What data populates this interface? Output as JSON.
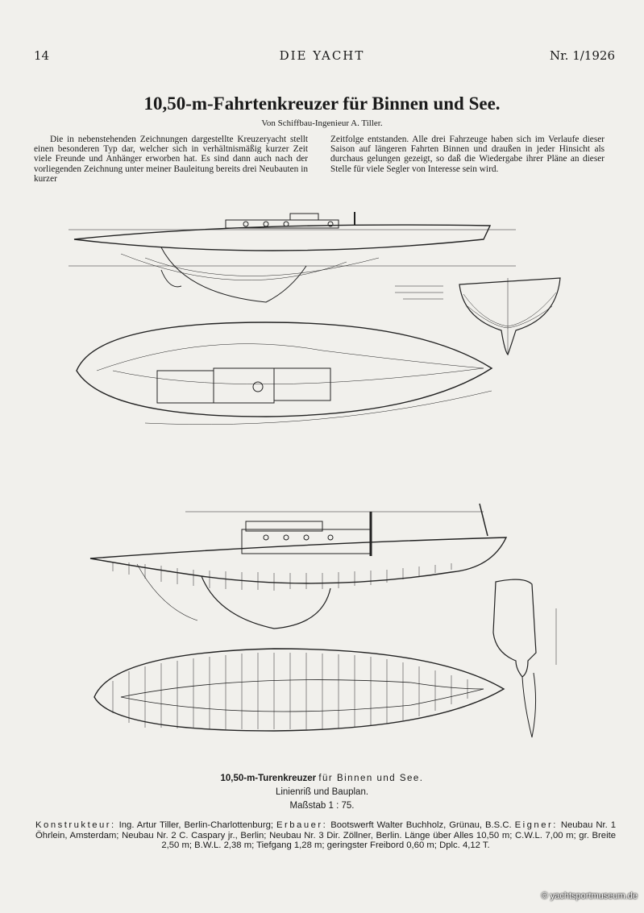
{
  "header": {
    "page_number": "14",
    "magazine": "DIE YACHT",
    "issue": "Nr. 1/1926"
  },
  "article": {
    "title": "10,50-m-Fahrtenkreuzer für Binnen und See.",
    "byline": "Von Schiffbau-Ingenieur A. Tiller.",
    "col1": "Die in nebenstehenden Zeichnungen dargestellte Kreuzeryacht stellt einen besonderen Typ dar, welcher sich in verhältnismäßig kurzer Zeit viele Freunde und Anhänger erworben hat. Es sind dann auch nach der vorliegenden Zeichnung unter meiner Bauleitung bereits drei Neubauten in kurzer",
    "col2": "Zeitfolge entstanden. Alle drei Fahrzeuge haben sich im Verlaufe dieser Saison auf längeren Fahrten Binnen und draußen in jeder Hinsicht als durchaus gelungen gezeigt, so daß die Wiedergabe ihrer Pläne an dieser Stelle für viele Segler von Interesse sein wird."
  },
  "caption": {
    "bold": "10,50-m-Turenkreuzer",
    "rest": "für Binnen und See.",
    "line2": "Linienriß und Bauplan.",
    "line3": "Maßstab 1 : 75.",
    "konstrukteur_label": "Konstrukteur:",
    "konstrukteur": "Ing. Artur Tiller, Berlin-Charlottenburg;",
    "erbauer_label": "Erbauer:",
    "erbauer": "Bootswerft Walter Buchholz, Grünau, B.S.C.",
    "eigner_label": "Eigner:",
    "eigner": "Neubau Nr. 1 Öhrlein, Amsterdam; Neubau Nr. 2 C. Caspary jr., Berlin; Neubau Nr. 3 Dir. Zöllner, Berlin.",
    "dimensions": "Länge über Alles 10,50 m; C.W.L. 7,00 m; gr. Breite 2,50 m; B.W.L. 2,38 m; Tiefgang 1,28 m; geringster Freibord 0,60 m; Dplc. 4,12 T."
  },
  "watermark": "© yachtsportmuseum.de"
}
